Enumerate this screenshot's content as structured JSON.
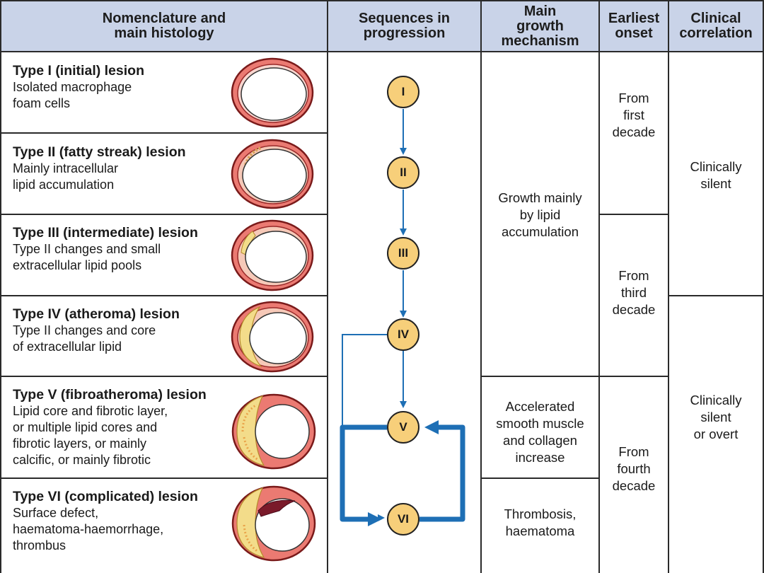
{
  "headers": {
    "nomenclature": [
      "Nomenclature and",
      "main histology"
    ],
    "sequence": [
      "Sequences in",
      "progression"
    ],
    "mechanism": [
      "Main",
      "growth",
      "mechanism"
    ],
    "onset": [
      "Earliest",
      "onset"
    ],
    "clinical": [
      "Clinical",
      "correlation"
    ]
  },
  "lesions": [
    {
      "title": "Type I (initial) lesion",
      "desc": [
        "Isolated macrophage",
        "foam cells"
      ]
    },
    {
      "title": "Type II (fatty streak) lesion",
      "desc": [
        "Mainly intracellular",
        "lipid accumulation"
      ]
    },
    {
      "title": "Type III (intermediate) lesion",
      "desc": [
        "Type II changes and small",
        "extracellular lipid pools"
      ]
    },
    {
      "title": "Type IV (atheroma) lesion",
      "desc": [
        "Type II changes and core",
        "of extracellular lipid"
      ]
    },
    {
      "title": "Type V (fibroatheroma) lesion",
      "desc": [
        "Lipid core and fibrotic layer,",
        "or multiple lipid cores and",
        "fibrotic layers, or mainly",
        "calcific, or mainly fibrotic"
      ]
    },
    {
      "title": "Type VI (complicated) lesion",
      "desc": [
        "Surface defect,",
        "haematoma-haemorrhage,",
        "thrombus"
      ]
    }
  ],
  "nodes": [
    "I",
    "II",
    "III",
    "IV",
    "V",
    "VI"
  ],
  "mechanisms": [
    [
      "Growth mainly",
      "by lipid",
      "accumulation"
    ],
    [
      "Accelerated",
      "smooth muscle",
      "and collagen",
      "increase"
    ],
    [
      "Thrombosis,",
      "haematoma"
    ]
  ],
  "onsets": [
    [
      "From",
      "first",
      "decade"
    ],
    [
      "From",
      "third",
      "decade"
    ],
    [
      "From",
      "fourth",
      "decade"
    ]
  ],
  "clinical": [
    [
      "Clinically",
      "silent"
    ],
    [
      "Clinically",
      "silent",
      "or overt"
    ]
  ],
  "colors": {
    "header_bg": "#c9d3e8",
    "node_fill": "#f7cf7a",
    "arrow": "#1e6fb5",
    "vessel_outer": "#e8635a",
    "lipid": "#f3dc8a"
  }
}
